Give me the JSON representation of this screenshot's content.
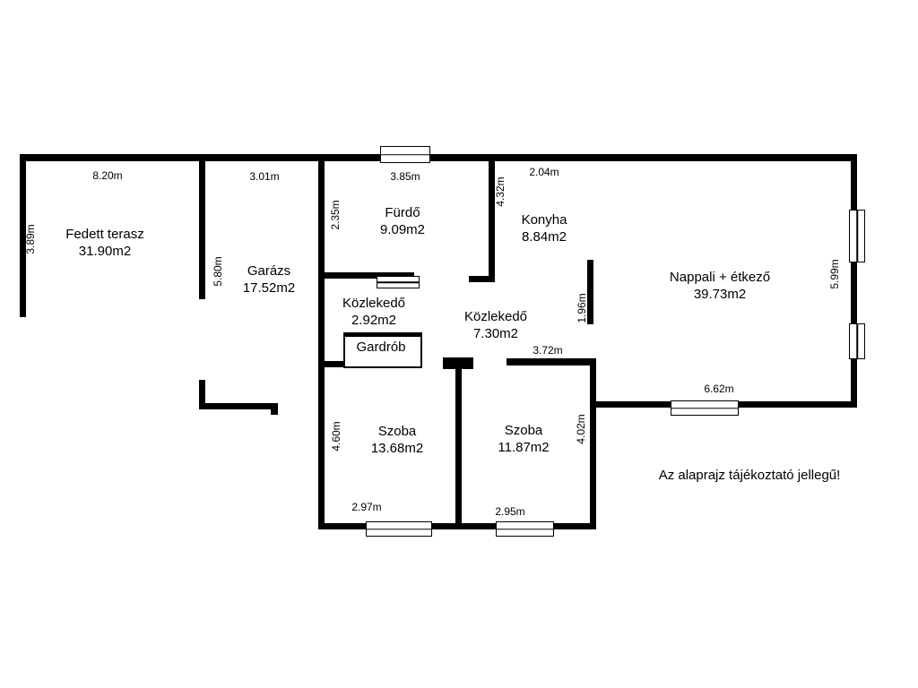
{
  "colors": {
    "wall": "#000000",
    "background": "#ffffff"
  },
  "rooms": [
    {
      "id": "terrace",
      "name": "Fedett terasz",
      "area": "31.90m2"
    },
    {
      "id": "garage",
      "name": "Garázs",
      "area": "17.52m2"
    },
    {
      "id": "bathroom",
      "name": "Fürdő",
      "area": "9.09m2"
    },
    {
      "id": "kitchen",
      "name": "Konyha",
      "area": "8.84m2"
    },
    {
      "id": "living-dining",
      "name": "Nappali + étkező",
      "area": "39.73m2"
    },
    {
      "id": "hallway-small",
      "name": "Közlekedő",
      "area": "2.92m2"
    },
    {
      "id": "hallway-large",
      "name": "Közlekedő",
      "area": "7.30m2"
    },
    {
      "id": "wardrobe",
      "name": "Gardrób",
      "area": ""
    },
    {
      "id": "room-1",
      "name": "Szoba",
      "area": "13.68m2"
    },
    {
      "id": "room-2",
      "name": "Szoba",
      "area": "11.87m2"
    }
  ],
  "dimensions": {
    "terrace_width": "8.20m",
    "terrace_depth": "3.89m",
    "garage_width": "3.01m",
    "garage_depth": "5.80m",
    "bathroom_width": "3.85m",
    "bathroom_left": "2.35m",
    "kitchen_width": "2.04m",
    "kitchen_right": "4.32m",
    "living_right": "5.99m",
    "kitchen_living_wall": "1.96m",
    "room2_top": "3.72m",
    "living_bottom": "6.62m",
    "room1_depth": "4.60m",
    "room2_depth": "4.02m",
    "room1_bottom": "2.97m",
    "room2_bottom": "2.95m"
  },
  "disclaimer": "Az alaprajz tájékoztató jellegű!"
}
